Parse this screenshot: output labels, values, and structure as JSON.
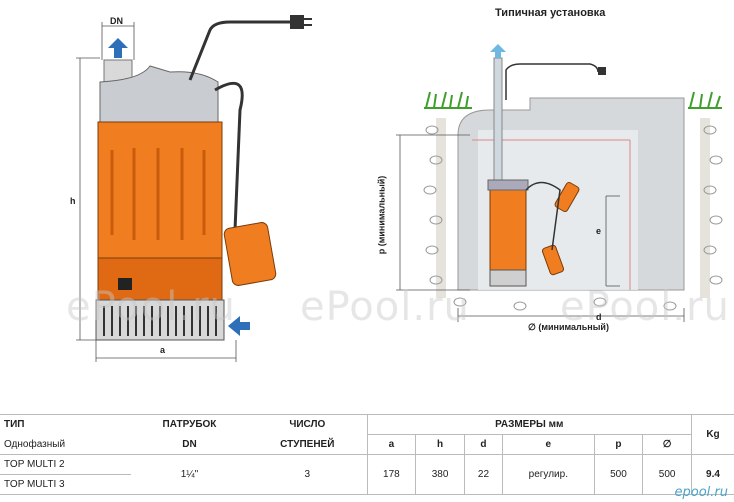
{
  "title": "Типичная установка",
  "labels": {
    "dn": "DN",
    "h": "h",
    "a": "a",
    "p_min": "p (минимальный)",
    "diam_min": "∅ (минимальный)",
    "e": "e",
    "d": "d"
  },
  "watermark": "ePool.ru",
  "corner_watermark": "epool.ru",
  "colors": {
    "pump_orange": "#f07d20",
    "arrow_blue": "#2d6fb8",
    "grass": "#3f9e2c"
  },
  "table": {
    "h_type": "ТИП",
    "h_phase": "Однофазный",
    "h_outlet": "ПАТРУБОК",
    "h_outlet_dn": "DN",
    "h_stages_1": "ЧИСЛО",
    "h_stages_2": "СТУПЕНЕЙ",
    "h_dims": "РАЗМЕРЫ",
    "h_dims_unit": "мм",
    "h_kg": "Kg",
    "cols": [
      "a",
      "h",
      "d",
      "e",
      "p",
      "∅"
    ],
    "models": [
      "TOP MULTI 2",
      "TOP MULTI 3"
    ],
    "dn": "1¼\"",
    "stages": "3",
    "a": "178",
    "h": "380",
    "d": "22",
    "e": "регулир.",
    "p": "500",
    "diam": "500",
    "kg": "9.4"
  }
}
